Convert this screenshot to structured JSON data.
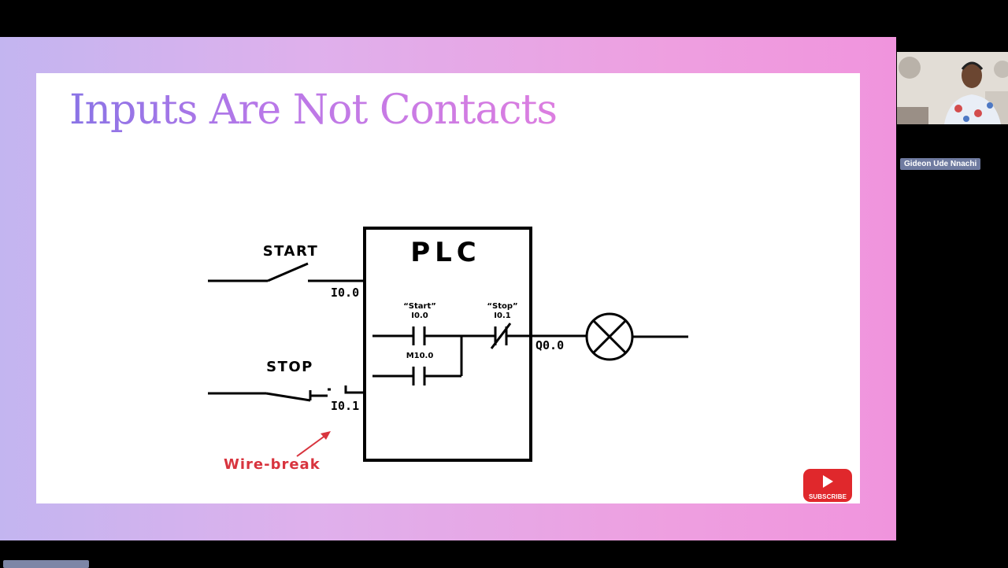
{
  "slide": {
    "title": "Inputs Are Not Contacts",
    "diagram": {
      "plc_label": "PLC",
      "start_label": "START",
      "stop_label": "STOP",
      "start_terminal": "I0.0",
      "stop_terminal": "I0.1",
      "output_terminal": "Q0.0",
      "contact_start_name": "“Start”",
      "contact_start_addr": "I0.0",
      "contact_stop_name": "“Stop”",
      "contact_stop_addr": "I0.1",
      "seal_in_addr": "M10.0",
      "wire_break_label": "Wire-break"
    }
  },
  "subscribe_label": "SUBSCRIBE",
  "participant": {
    "name": "Gideon Ude Nnachi"
  },
  "colors": {
    "title_gradient_start": "#8a74e6",
    "title_gradient_end": "#dc7ee0",
    "wire_break_red": "#d8343e",
    "subscribe_red": "#e0282c"
  }
}
